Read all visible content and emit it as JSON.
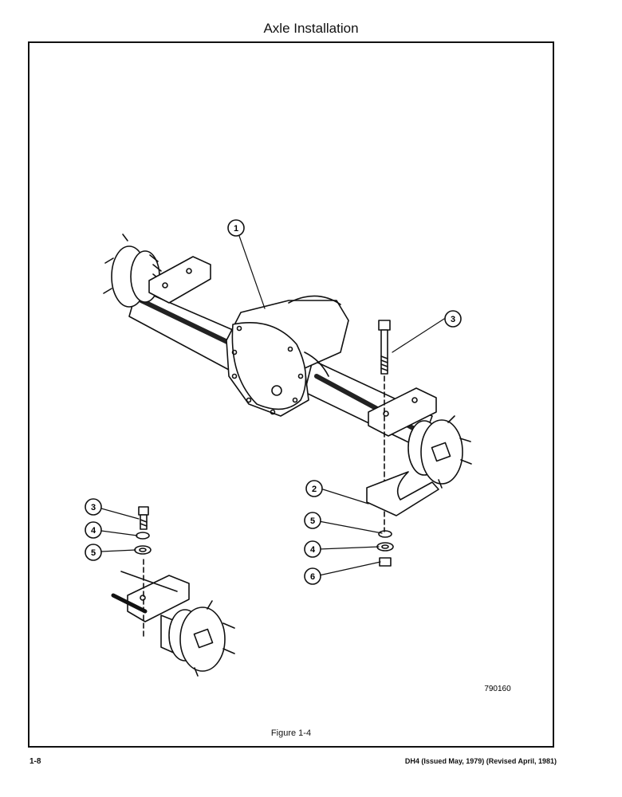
{
  "page": {
    "title": "Axle Installation",
    "figure_caption": "Figure 1-4",
    "figure_code": "790160",
    "page_number": "1-8",
    "footer_info": "DH4 (Issued May, 1979) (Revised April, 1981)"
  },
  "callouts": {
    "axle_assembly": "1",
    "saddle_bracket": "2",
    "bolt_right": "3",
    "lock_washer_right": "5",
    "washer_right": "4",
    "nut_right": "6",
    "bolt_left": "3",
    "washer_left": "4",
    "lock_washer_left": "5"
  }
}
